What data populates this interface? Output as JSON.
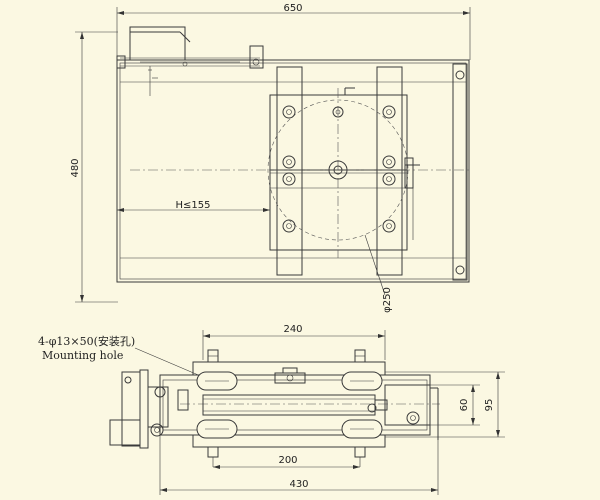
{
  "top_view": {
    "dim_width": "650",
    "dim_height": "480",
    "dim_stroke": "H≤155",
    "dim_wheel": "φ250"
  },
  "side_view": {
    "dim_240": "240",
    "dim_200": "200",
    "dim_430": "430",
    "dim_60": "60",
    "dim_95": "95",
    "mount_label": "4-φ13×50(安装孔)",
    "mount_label_en": "Mounting hole"
  },
  "colors": {
    "background": "#fbf8e2",
    "line": "#3a3a3a"
  }
}
